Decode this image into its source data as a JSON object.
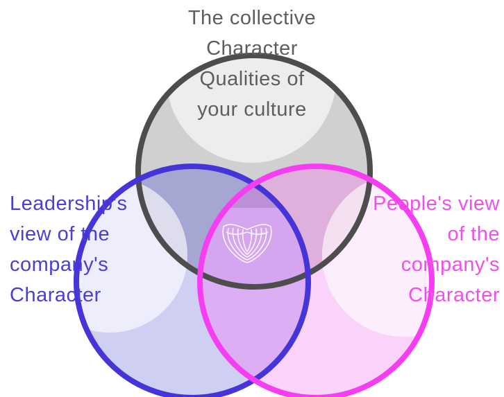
{
  "circles": {
    "top": {
      "label_lines": [
        "The collective",
        "Character",
        "Qualities of",
        "your culture"
      ],
      "fill_color": "#d0d0d0",
      "stroke_color": "#4d4d4d",
      "text_color": "#5e5e5e"
    },
    "left": {
      "label_lines": [
        "Leadership's",
        "view of the",
        "company's",
        "Character"
      ],
      "fill_color": "#c9c9f2",
      "stroke_color": "#4535d9",
      "text_color": "#4a3fd2"
    },
    "right": {
      "label_lines": [
        "People's view",
        "of the",
        "company's",
        "Character"
      ],
      "fill_color": "#f7b8f9",
      "stroke_color": "#f53ef2",
      "text_color": "#f14fe9"
    }
  },
  "center": {
    "icon": "shell-logo-icon",
    "color": "#ffffff"
  }
}
